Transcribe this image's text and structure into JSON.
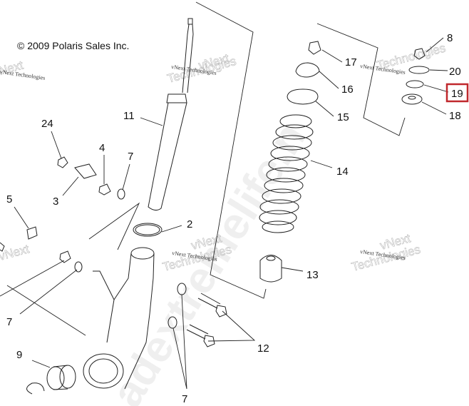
{
  "copyright": "© 2009 Polaris Sales Inc.",
  "watermark": {
    "small": "vNext Technologies",
    "big_top": "vNext",
    "big_bottom": "Technologies",
    "diagonal": "adextremelife.n"
  },
  "callouts": {
    "c8": "8",
    "c20": "20",
    "c19": "19",
    "c18": "18",
    "c17": "17",
    "c16": "16",
    "c15": "15",
    "c14": "14",
    "c13": "13",
    "c12": "12",
    "c11": "11",
    "c24": "24",
    "c4": "4",
    "c7a": "7",
    "c3": "3",
    "c5": "5",
    "c2": "2",
    "c7b": "7",
    "c9": "9",
    "c7c": "7"
  },
  "highlight": {
    "part": "19",
    "color": "#c0282d"
  }
}
